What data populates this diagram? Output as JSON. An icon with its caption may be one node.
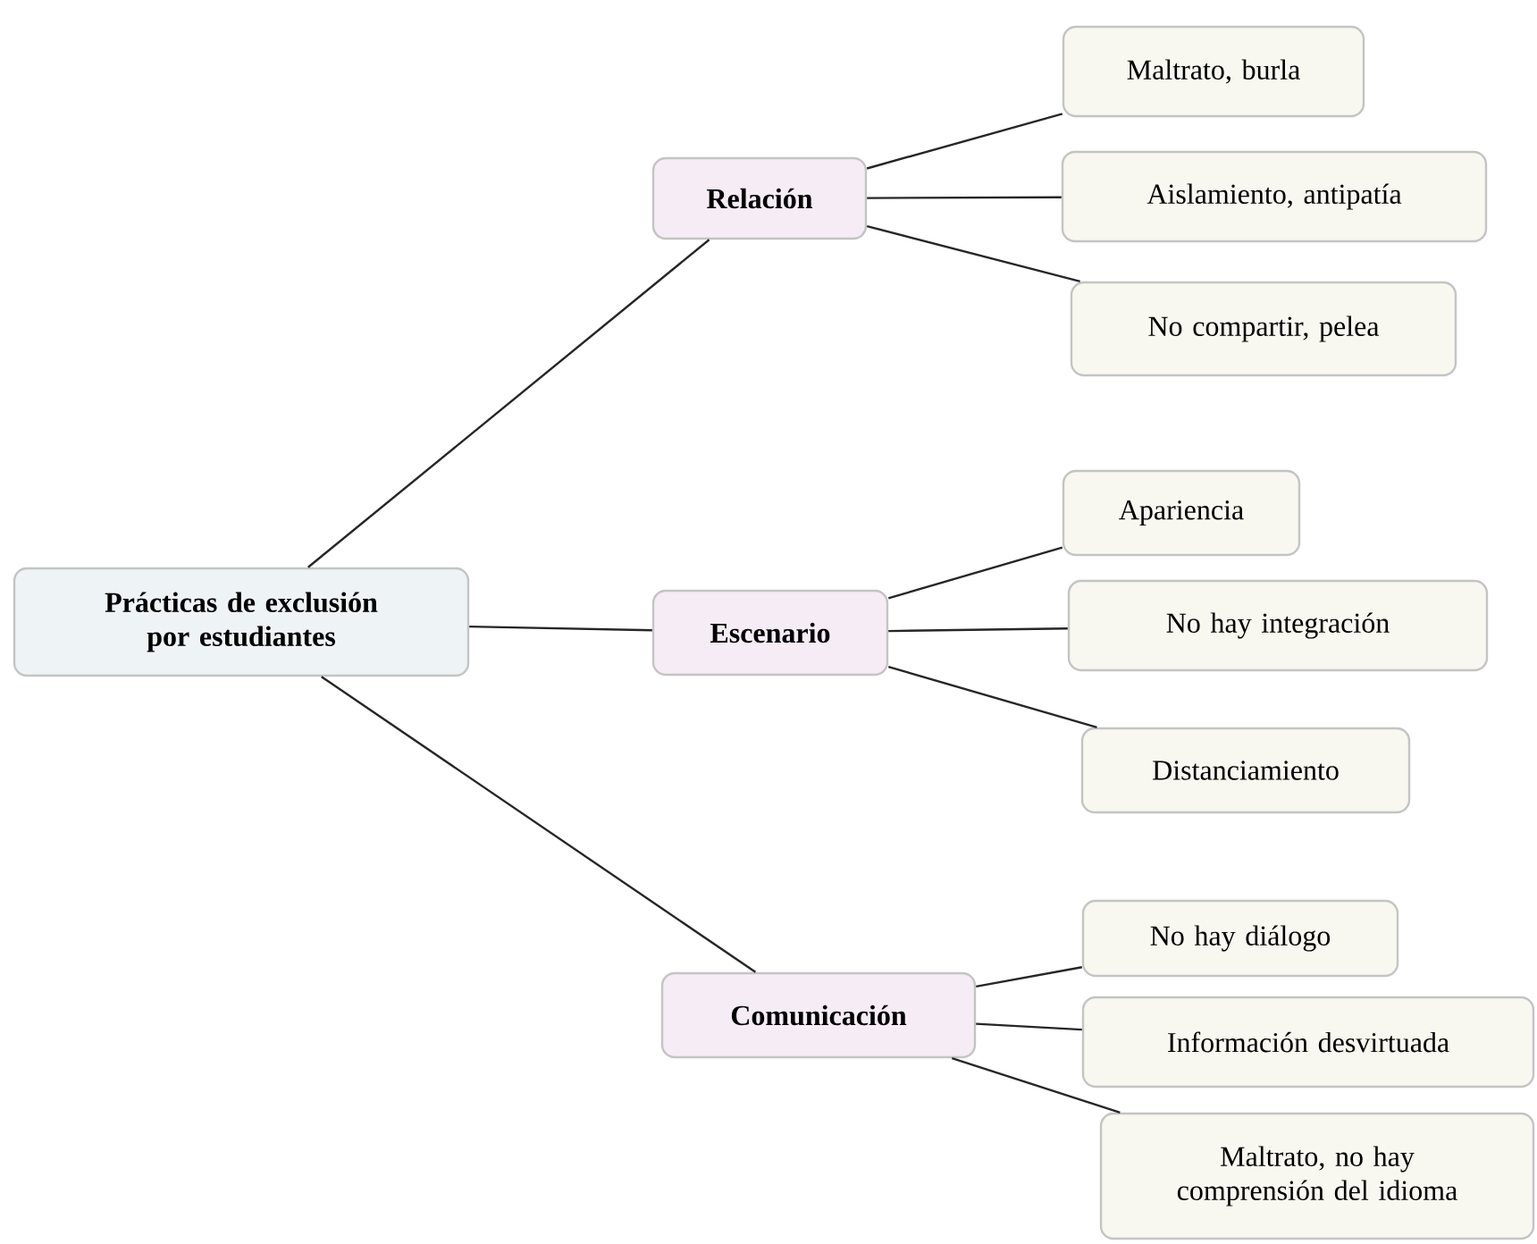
{
  "diagram": {
    "nodes": [
      {
        "text": [
          "Prácticas de exclusión por estudiantes"
        ]
      },
      {
        "text": [
          "Relación"
        ]
      },
      {
        "text": [
          "Escenario"
        ]
      },
      {
        "text": [
          "Comunicación"
        ]
      },
      {
        "text": [
          "Maltrato, burla"
        ]
      },
      {
        "text": [
          "Aislamiento, antipatía"
        ]
      },
      {
        "text": [
          "No compartir, pelea"
        ]
      },
      {
        "text": [
          "Apariencia"
        ]
      },
      {
        "text": [
          "No hay integración"
        ]
      },
      {
        "text": [
          "Distanciamiento"
        ]
      },
      {
        "text": [
          "No hay diálogo"
        ]
      },
      {
        "text": [
          "Información desvirtuada"
        ]
      },
      {
        "text": [
          "Maltrato, no hay comprensión del idioma"
        ]
      }
    ],
    "edges": [
      {
        "from": 0,
        "to": 1,
        "arrow": "none"
      },
      {
        "from": 0,
        "to": 2,
        "arrow": "none"
      },
      {
        "from": 0,
        "to": 3,
        "arrow": "none"
      },
      {
        "from": 1,
        "to": 4,
        "arrow": "none"
      },
      {
        "from": 1,
        "to": 5,
        "arrow": "none"
      },
      {
        "from": 1,
        "to": 6,
        "arrow": "none"
      },
      {
        "from": 2,
        "to": 7,
        "arrow": "none"
      },
      {
        "from": 2,
        "to": 8,
        "arrow": "none"
      },
      {
        "from": 2,
        "to": 9,
        "arrow": "none"
      },
      {
        "from": 3,
        "to": 10,
        "arrow": "none"
      },
      {
        "from": 3,
        "to": 11,
        "arrow": "none"
      },
      {
        "from": 3,
        "to": 12,
        "arrow": "none"
      }
    ]
  }
}
